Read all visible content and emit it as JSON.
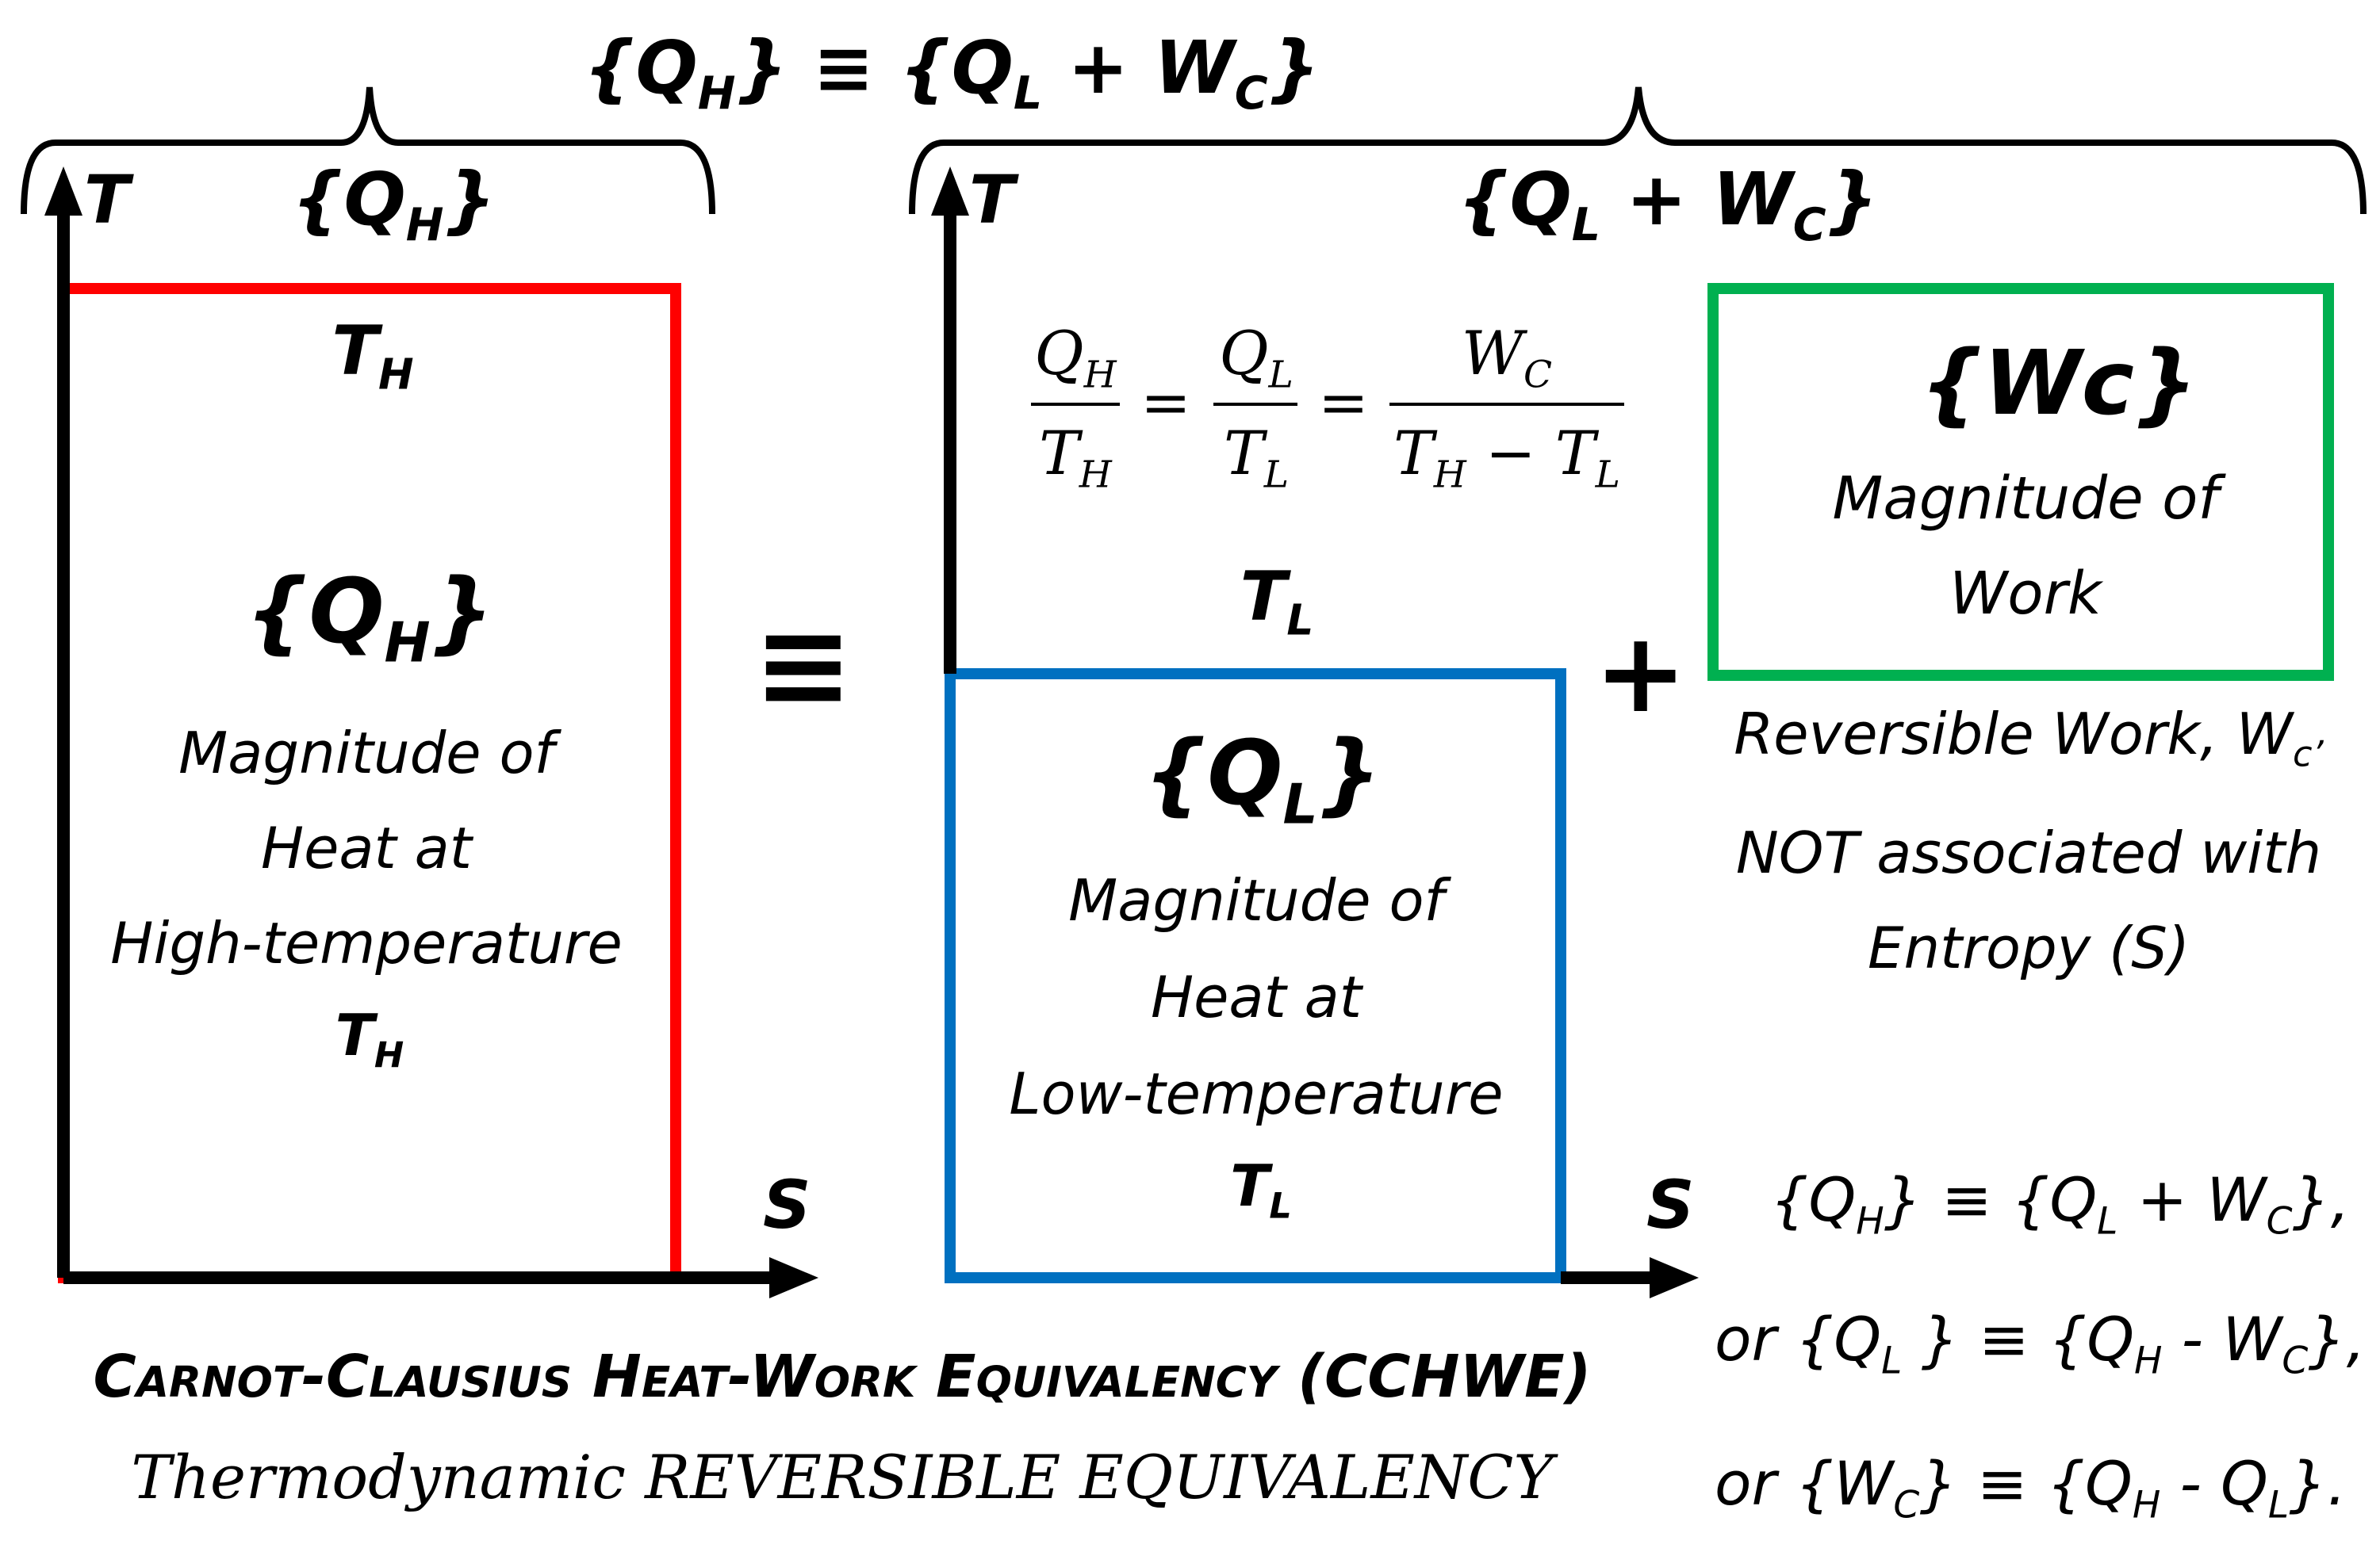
{
  "top_equation": {
    "prefix": "{Q",
    "sub_h": "H",
    "mid": "} ≡ {Q",
    "sub_l": "L",
    "plus": " + W",
    "sub_c": "C",
    "suffix": "}"
  },
  "left_panel": {
    "axis_t": "T",
    "axis_s": "S",
    "brace_label": {
      "open": "{Q",
      "sub": "H",
      "close": "}"
    },
    "box_color": "#ff0000",
    "top_temp": {
      "main": "T",
      "sub": "H"
    },
    "symbol": {
      "open": "{Q",
      "sub": "H",
      "close": "}"
    },
    "lines": [
      "Magnitude of",
      "Heat at",
      "High-temperature"
    ],
    "bottom_temp": {
      "main": "T",
      "sub": "H"
    }
  },
  "equiv_sign": "≡",
  "right_panel": {
    "axis_t": "T",
    "axis_s": "S",
    "brace_label": {
      "open": "{Q",
      "sub_l": "L",
      "plus": " + W",
      "sub_c": "C",
      "close": "}"
    },
    "formula": {
      "n1": "Q",
      "n1s": "H",
      "d1": "T",
      "d1s": "H",
      "eq": "=",
      "n2": "Q",
      "n2s": "L",
      "d2": "T",
      "d2s": "L",
      "n3": "W",
      "n3s": "C",
      "d3a": "T",
      "d3as": "H",
      "minus": "−",
      "d3b": "T",
      "d3bs": "L"
    },
    "tl_label": {
      "main": "T",
      "sub": "L"
    },
    "box_color": "#0070c0",
    "symbol": {
      "open": "{Q",
      "sub": "L",
      "close": "}"
    },
    "lines": [
      "Magnitude of",
      "Heat at",
      "Low-temperature"
    ],
    "bottom_temp": {
      "main": "T",
      "sub": "L"
    }
  },
  "plus_sign": "+",
  "work_box": {
    "box_color": "#00b050",
    "symbol": "{Wc}",
    "lines": [
      "Magnitude of",
      "Work"
    ]
  },
  "reversible_note": {
    "line1": "Reversible Work, W",
    "line1_sub": "c’",
    "line2": "NOT associated with",
    "line3": "Entropy (S)"
  },
  "relations": [
    {
      "pre": "",
      "a": "{Q",
      "as": "H",
      "b": "} ≡ {Q",
      "bs": "L",
      "c": " + W",
      "cs": "C",
      "d": "},",
      "ds": ""
    },
    {
      "pre": "or ",
      "a": "{Q",
      "as": "L",
      "b": " } ≡ {Q",
      "bs": "H",
      "c": " - W",
      "cs": "C",
      "d": "},",
      "ds": ""
    },
    {
      "pre": "or ",
      "a": "{W",
      "as": "C",
      "b": "} ≡ {Q",
      "bs": "H",
      "c": " - Q",
      "cs": "L",
      "d": "}.",
      "ds": ""
    }
  ],
  "caption": {
    "words": [
      {
        "cap": "C",
        "rest": "ARNOT"
      },
      {
        "sep": "-"
      },
      {
        "cap": "C",
        "rest": "LAUSIUS"
      },
      {
        "sep": " "
      },
      {
        "cap": "H",
        "rest": "EAT"
      },
      {
        "sep": "-"
      },
      {
        "cap": "W",
        "rest": "ORK"
      },
      {
        "sep": " "
      },
      {
        "cap": "E",
        "rest": "QUIVALENCY"
      }
    ],
    "abbr": " (CCHWE)",
    "line2": "Thermodynamic REVERSIBLE EQUIVALENCY"
  }
}
